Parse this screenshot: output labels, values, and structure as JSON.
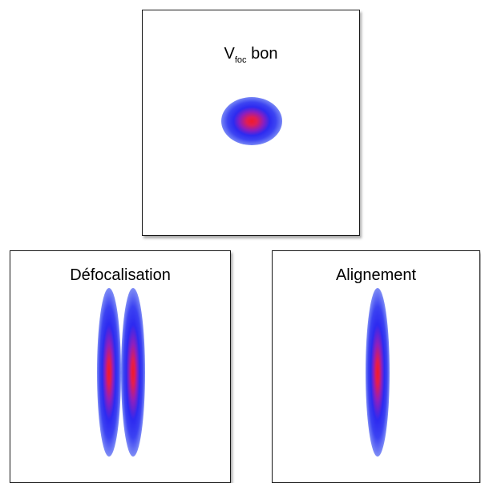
{
  "panels": {
    "top": {
      "title_main": "V",
      "title_sub": "foc",
      "title_rest": " bon"
    },
    "left": {
      "title": "Défocalisation"
    },
    "right": {
      "title": "Alignement"
    }
  },
  "colors": {
    "spot_core": "#f01a2a",
    "spot_mid": "#2d2af0",
    "spot_halo": "#c2c9fb",
    "frame": "#1a1a1a"
  }
}
